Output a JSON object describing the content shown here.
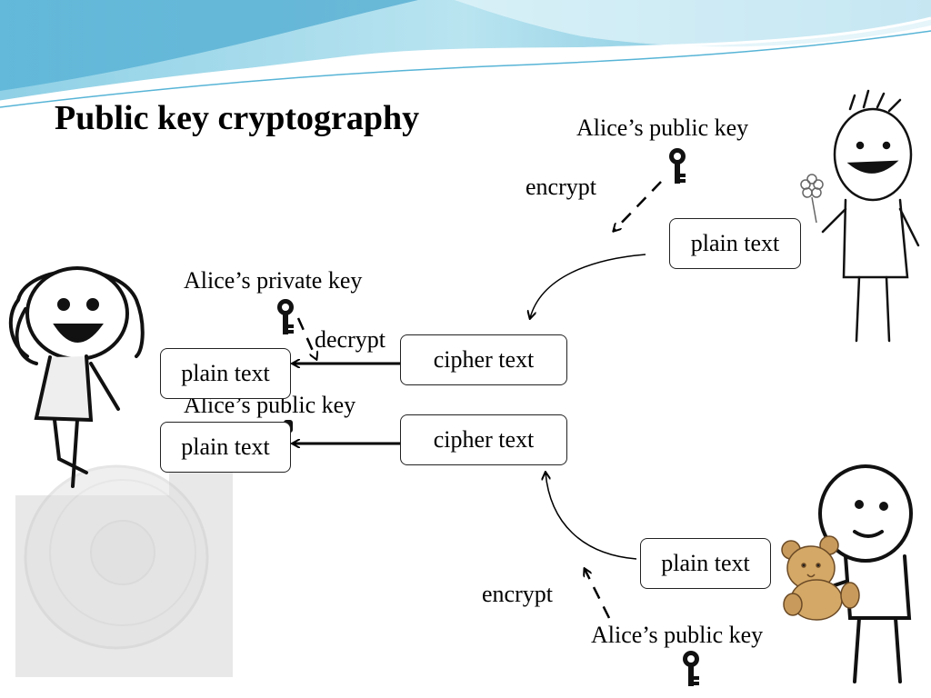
{
  "slide": {
    "title": "Public key cryptography"
  },
  "labels": {
    "alice_public_key_top": "Alice’s public key",
    "encrypt_top": "encrypt",
    "alice_private_key": "Alice’s private key",
    "decrypt": "decrypt",
    "alice_public_key_middle": "Alice’s public key",
    "encrypt_bottom": "encrypt",
    "alice_public_key_bottom": "Alice’s public key"
  },
  "boxes": {
    "plain_text_top_right": "plain text",
    "cipher_text_upper": "cipher text",
    "plain_text_left_upper": "plain text",
    "cipher_text_lower": "cipher text",
    "plain_text_left_lower": "plain text",
    "plain_text_bottom_right": "plain text"
  },
  "icons": [
    "key-icon",
    "lock-icon",
    "stick-figure-alice",
    "stick-figure-top-right",
    "stick-figure-bottom-right",
    "flower-icon",
    "teddy-bear-icon"
  ]
}
